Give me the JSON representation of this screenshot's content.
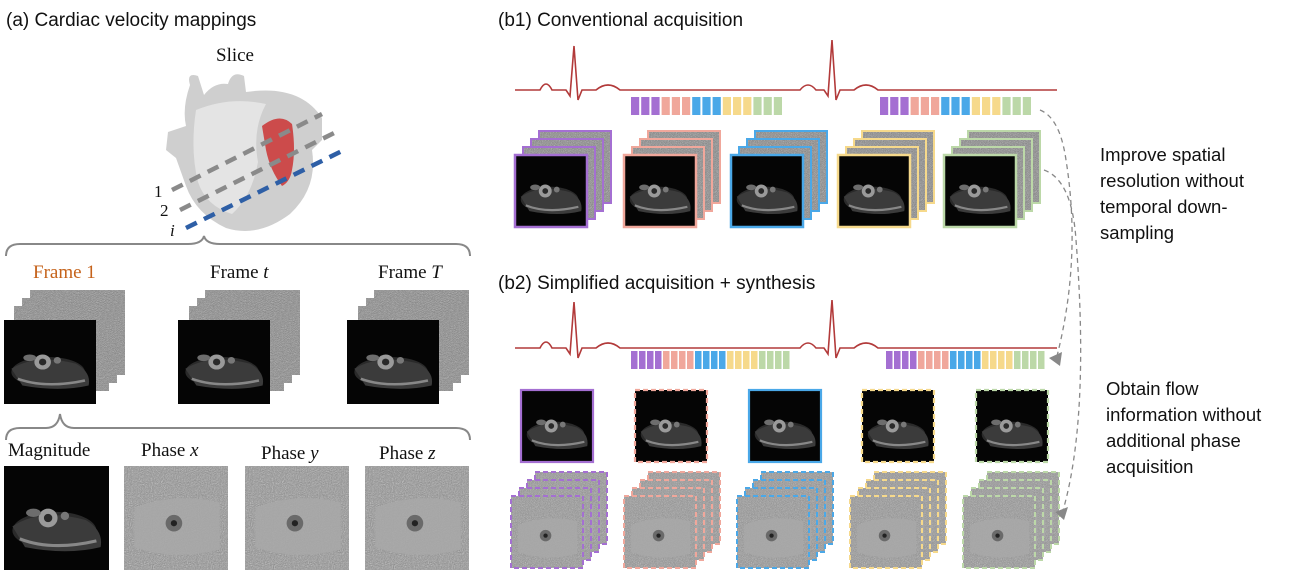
{
  "panel_a": {
    "title": "(a) Cardiac velocity mappings",
    "slice_label": "Slice",
    "slice_ticks": [
      "1",
      "2",
      "i"
    ],
    "frames": {
      "frame1": "Frame 1",
      "frame_t_word": "Frame",
      "frame_t_var": "t",
      "frame_T_word": "Frame",
      "frame_T_var": "T"
    },
    "components": {
      "magnitude": "Magnitude",
      "phase_x_word": "Phase",
      "phase_x_var": "x",
      "phase_y_word": "Phase",
      "phase_y_var": "y",
      "phase_z_word": "Phase",
      "phase_z_var": "z"
    }
  },
  "panel_b1": {
    "title": "(b1) Conventional acquisition"
  },
  "panel_b2": {
    "title": "(b2) Simplified acquisition + synthesis"
  },
  "notes": {
    "spatial": [
      "Improve spatial",
      "resolution without",
      "temporal down-",
      "sampling"
    ],
    "flow": [
      "Obtain flow",
      "information without",
      "additional phase",
      "acquisition"
    ]
  },
  "colors": {
    "purple": "#a46fd2",
    "salmon": "#f0a79b",
    "blue": "#4aa8e8",
    "yellow": "#f6d98b",
    "green": "#bcd8a8",
    "frame1_text": "#c5621a",
    "ecg": "#b23a3a",
    "heart_gray": "#cfcfcf",
    "heart_red": "#cc4b4b",
    "slice_gray": "#8a8a8a",
    "slice_blue": "#2e5fa6"
  }
}
